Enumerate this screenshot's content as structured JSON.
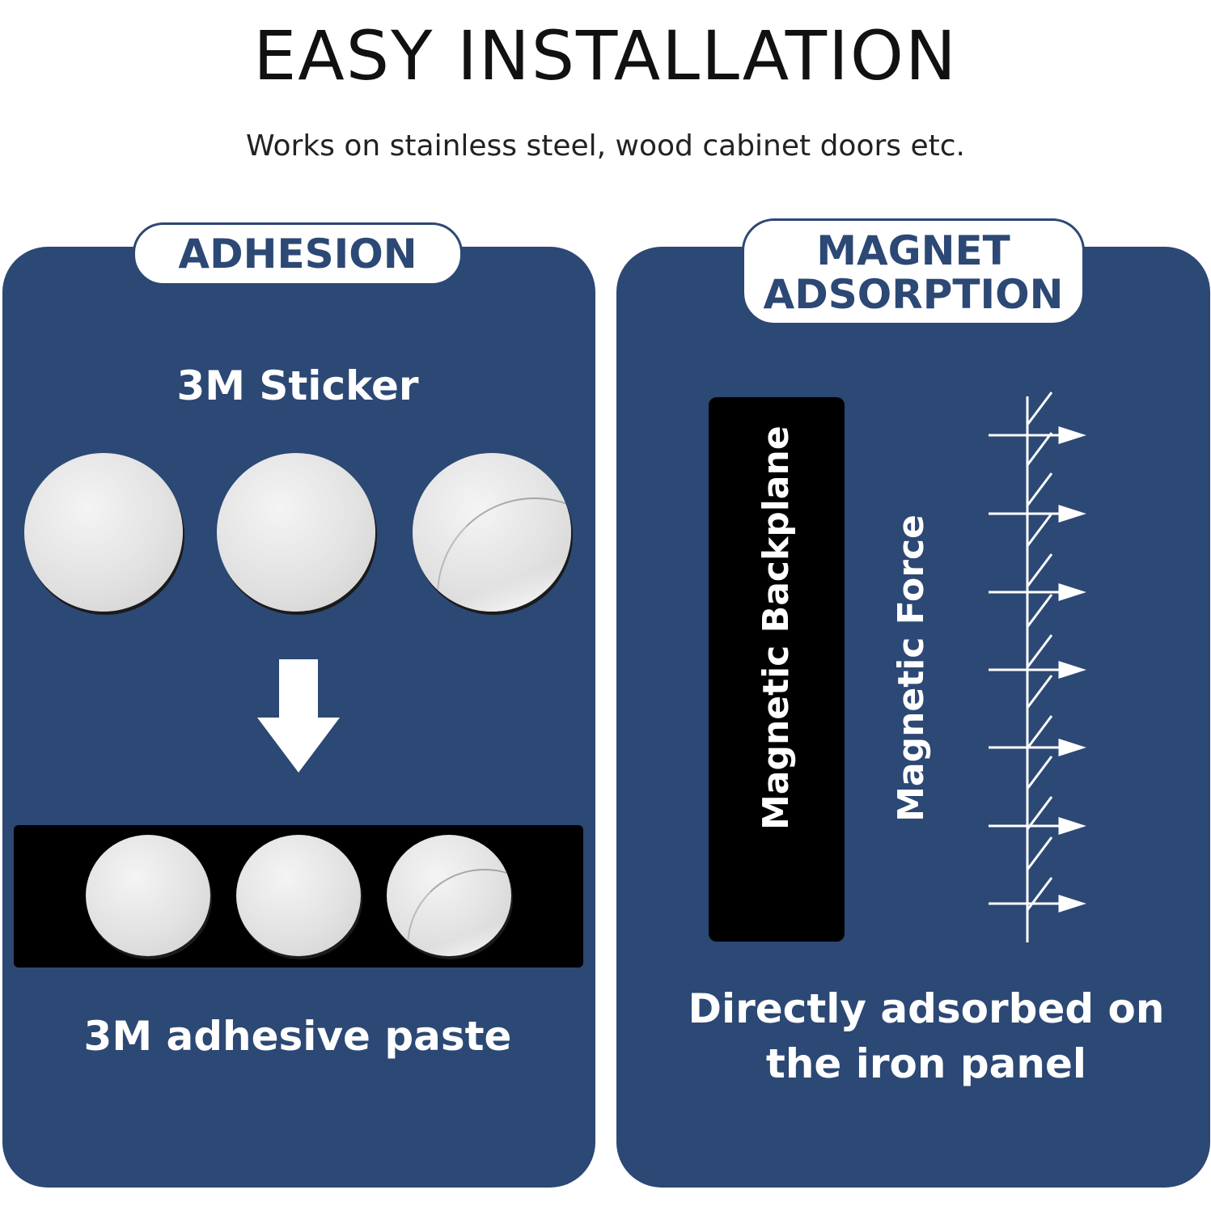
{
  "header": {
    "title": "EASY INSTALLATION",
    "subtitle": "Works on stainless steel, wood cabinet doors etc."
  },
  "adhesion": {
    "tab_label": "ADHESION",
    "sticker_label": "3M Sticker",
    "paste_label": "3M adhesive paste",
    "icons": [
      "sticker-disc-icon",
      "down-arrow-icon"
    ]
  },
  "magnet": {
    "tab_line1": "MAGNET",
    "tab_line2": "ADSORPTION",
    "backplane_label": "Magnetic Backplane",
    "force_label": "Magnetic Force",
    "caption_line1": "Directly adsorbed on",
    "caption_line2": "the iron panel",
    "icons": [
      "magnetic-force-arrow-icon",
      "iron-wall-hatch-icon"
    ]
  },
  "colors": {
    "panel": "#2c4874",
    "tab_text": "#2c4874",
    "text_on_panel": "#ffffff",
    "backplane": "#000000"
  }
}
